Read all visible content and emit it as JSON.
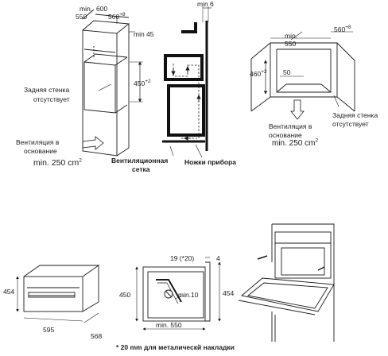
{
  "top_left": {
    "min_550": "min.",
    "min_550_val": "550",
    "w_600": "600",
    "w_560": "560",
    "w_560_sup": "+8",
    "min_45": "min 45",
    "h_450": "450",
    "h_450_sup": "+2",
    "back_wall_1": "Задняя стенка",
    "back_wall_2": "отсутствует",
    "vent_1": "Вентиляция в",
    "vent_2": "основание",
    "vent_area": "min. 250 cm",
    "vent_area_sup": "2"
  },
  "top_middle": {
    "min_6": "min 6",
    "grille_1": "Вентиляционная",
    "grille_2": "сетка",
    "feet": "Ножки прибора"
  },
  "top_right": {
    "min_label": "min.",
    "min_val": "550",
    "w_560": "560",
    "w_560_sup": "+8",
    "h_460": "460",
    "h_460_sup": "+2",
    "d_50": "50",
    "back_wall_1": "Задняя стенка",
    "back_wall_2": "отсутствует",
    "vent_1": "Вентиляция в",
    "vent_2": "основание",
    "vent_area": "min. 250 cm",
    "vent_area_sup": "2"
  },
  "bottom_left": {
    "h_454": "454",
    "w_595": "595",
    "d_568": "568"
  },
  "bottom_middle": {
    "d_19": "19 (*20)",
    "d_4": "4",
    "h_450": "450",
    "h_454": "454",
    "min_10": "min.10",
    "min_550": "min. 550"
  },
  "footnote": "* 20 mm для металическй накладки",
  "colors": {
    "line": "#1a1a1a",
    "heavy": "#111111"
  }
}
